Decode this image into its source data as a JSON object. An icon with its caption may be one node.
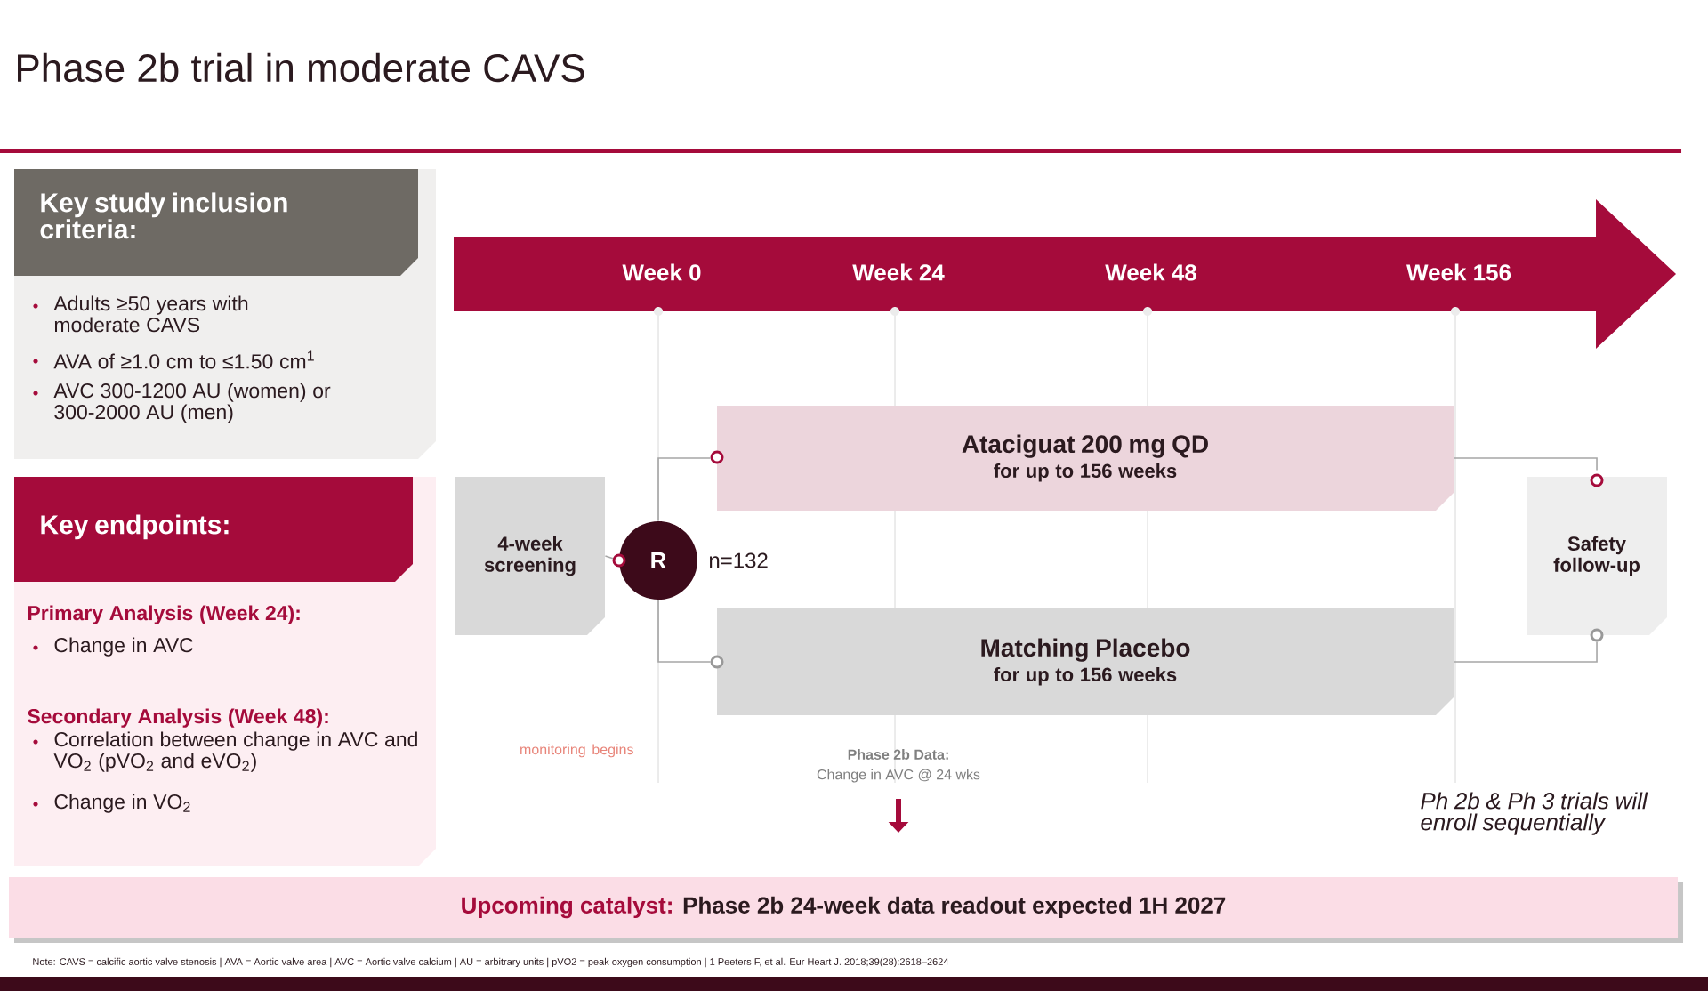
{
  "diagram": {
    "title": "Phase 2b trial in moderate CAVS",
    "nodes": [
      {
        "text": [
          "Key study inclusion criteria:",
          "Adults ≥50 years with moderate CAVS",
          "AVA of ≥1.0 cm to ≤1.50 cm$^{1}$",
          "AVC 300-1200 AU (women) or 300-2000 AU (men)"
        ]
      },
      {
        "text": [
          "Key endpoints:",
          "Primary Analysis (Week 24):",
          "Change in AVC",
          "Secondary Analysis (Week 48):",
          "Correlation between change in AVC and VO$_{2}$ (pVO$_{2}$ and eVO$_{2}$)",
          "Change in VO$_{2}$"
        ]
      },
      {
        "text": [
          "Week 0",
          "Week 24",
          "Week 48",
          "Week 156"
        ]
      },
      {
        "text": [
          "4-week screening"
        ]
      },
      {
        "text": [
          "R"
        ],
        "beside": [
          "n=132"
        ]
      },
      {
        "text": [
          "Ataciguat 200 mg QD",
          "for up to 156 weeks"
        ]
      },
      {
        "text": [
          "Matching Placebo",
          "for up to 156 weeks"
        ]
      },
      {
        "text": [
          "Safety follow-up"
        ]
      },
      {
        "text": [
          "Upcoming catalyst:",
          "Phase 2b 24-week data readout expected 1H 2027"
        ]
      }
    ],
    "edges": [
      {
        "from": 3,
        "to": 4,
        "arrow": "none"
      },
      {
        "from": 4,
        "to": 5,
        "arrow": "none"
      },
      {
        "from": 4,
        "to": 6,
        "arrow": "none"
      },
      {
        "from": 5,
        "to": 7,
        "arrow": "none"
      },
      {
        "from": 6,
        "to": 7,
        "arrow": "none"
      }
    ],
    "labels": [
      "Phase 2b Data:",
      "Change in AVC @ 24 wks",
      "monitoring begins",
      "Ph 2b & Ph 3 trials will enroll sequentially",
      "Note: CAVS = calcific aortic valve stenosis | AVA = Aortic valve area | AVC = Aortic valve calcium | AU = arbitrary units | pVO2 = peak oxygen consumption | 1 Peeters F, et al. Eur Heart J. 2018;39(28):2618–2624"
    ]
  }
}
